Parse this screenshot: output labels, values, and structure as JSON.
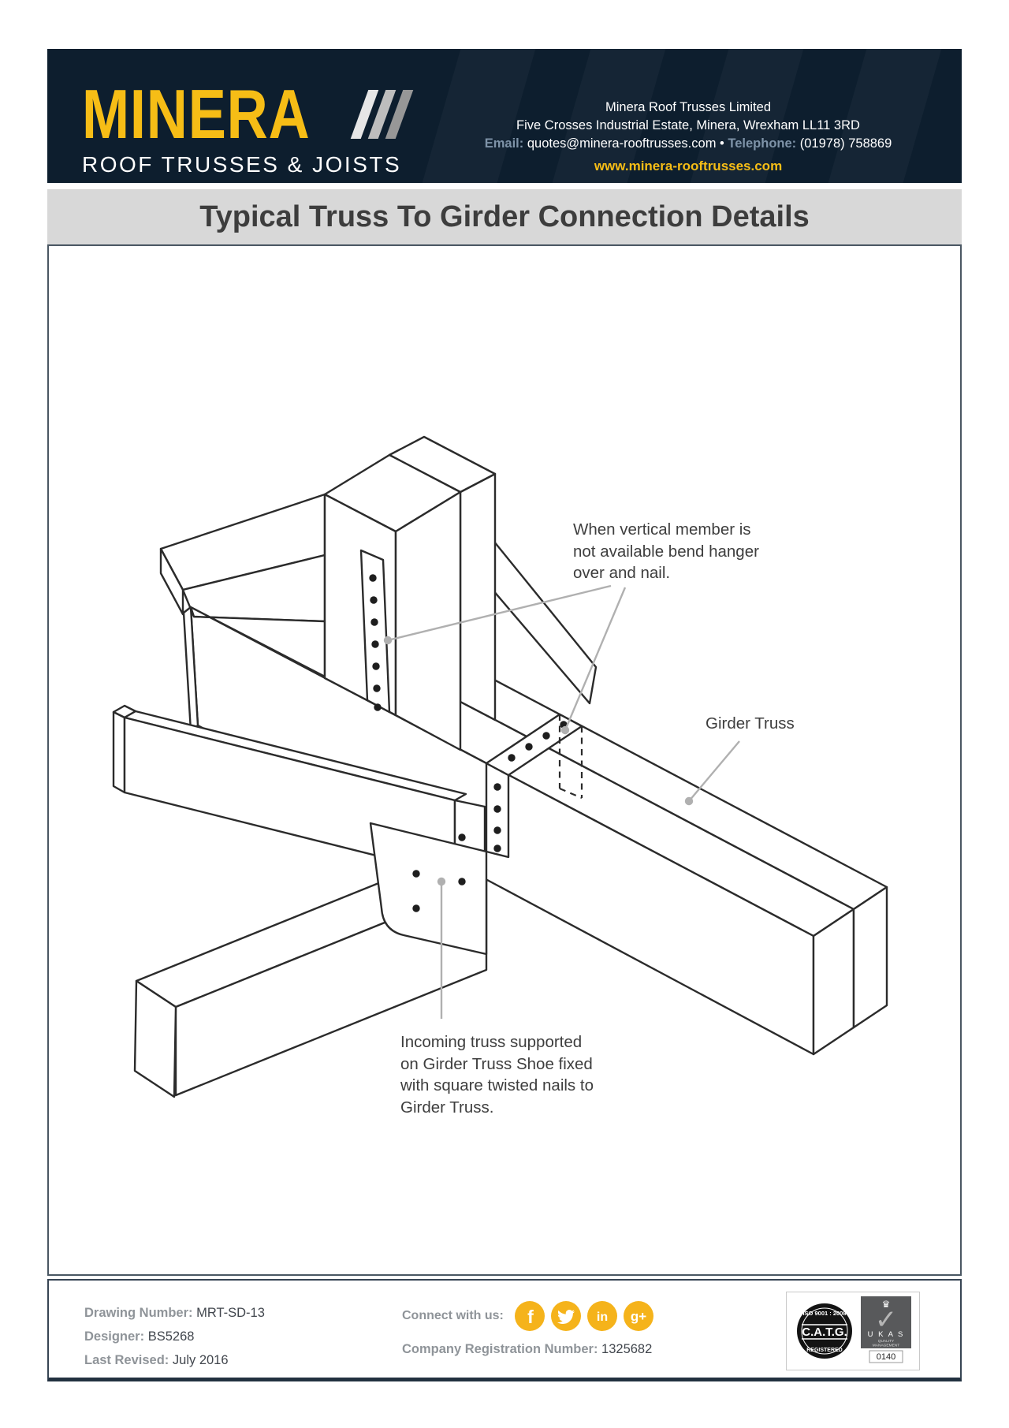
{
  "header": {
    "logo": {
      "name": "MINERA",
      "tagline": "ROOF TRUSSES & JOISTS"
    },
    "contact": {
      "company": "Minera Roof Trusses Limited",
      "address": "Five Crosses Industrial Estate, Minera, Wrexham LL11 3RD",
      "email_label": "Email:",
      "email": "quotes@minera-rooftrusses.com",
      "separator": " • ",
      "phone_label": "Telephone:",
      "phone": "(01978) 758869",
      "website": "www.minera-rooftrusses.com"
    }
  },
  "title": "Typical Truss To Girder Connection Details",
  "diagram": {
    "annotations": {
      "hanger_note": "When vertical member is\nnot available bend hanger\nover and nail.",
      "girder_label": "Girder Truss",
      "shoe_note": "Incoming truss supported\non Girder Truss Shoe fixed\nwith square twisted nails to\nGirder Truss."
    }
  },
  "footer": {
    "drawing_number_label": "Drawing Number:",
    "drawing_number": "MRT-SD-13",
    "designer_label": "Designer:",
    "designer": "BS5268",
    "last_revised_label": "Last Revised:",
    "last_revised": "July 2016",
    "connect_label": "Connect with us:",
    "social": [
      {
        "name": "facebook",
        "glyph": "f"
      },
      {
        "name": "twitter",
        "glyph": ""
      },
      {
        "name": "linkedin",
        "glyph": "in"
      },
      {
        "name": "google-plus",
        "glyph": "g+"
      }
    ],
    "company_reg_label": "Company Registration Number:",
    "company_reg": "1325682",
    "catg": {
      "top": "ISO 9001 : 2008",
      "center": "C.A.T.G.",
      "bottom": "REGISTERED"
    },
    "ukas": {
      "name": "U K A S",
      "line1": "QUALITY",
      "line2": "MANAGEMENT",
      "number": "0140"
    }
  },
  "colors": {
    "navy": "#0D1E2E",
    "yellow": "#F6BD16",
    "band_gray": "#D8D8D8",
    "line": "#2B2B2B",
    "leader": "#B0B0B0"
  }
}
